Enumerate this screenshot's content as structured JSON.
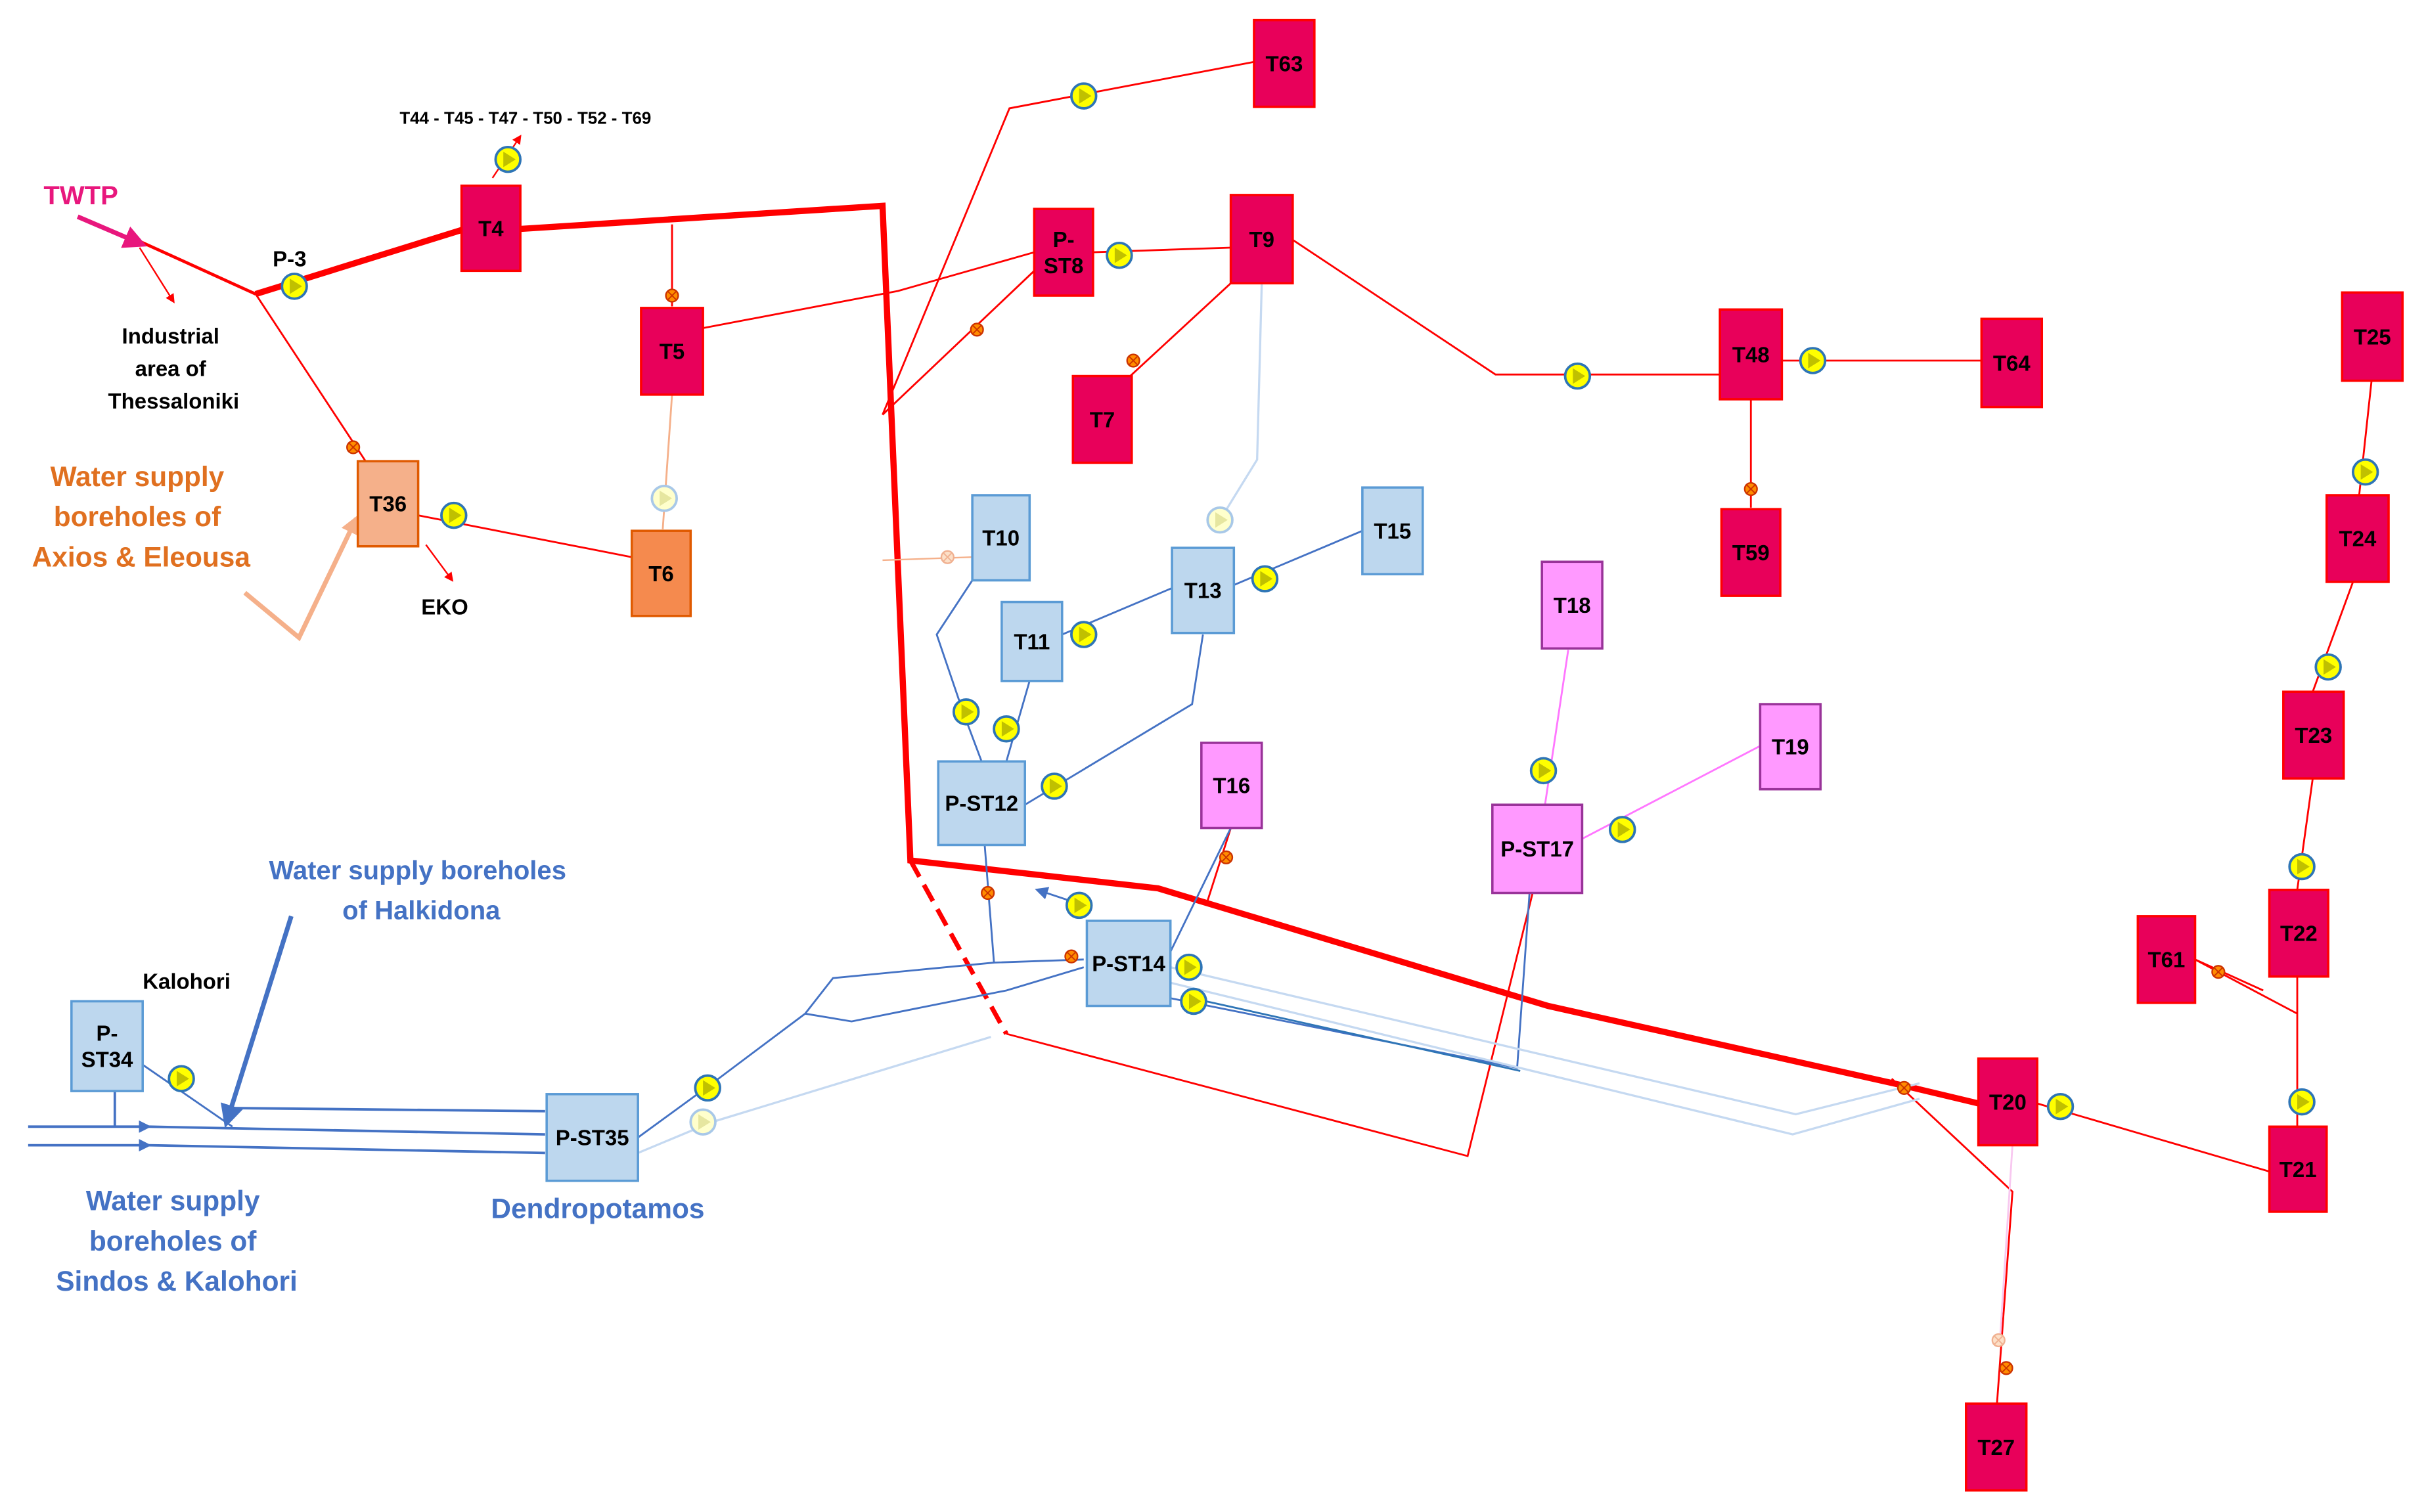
{
  "colors": {
    "recycled_water": "#FF0000",
    "tank_red_fill": "#E8005A",
    "tank_red_stroke": "#FF0000",
    "tank_orange_fill": "#F5B08A",
    "tank_orange2_fill": "#F58A4E",
    "tank_orange_stroke": "#E05A00",
    "tank_blue_fill": "#BDD7EE",
    "tank_blue_stroke": "#5B9BD5",
    "tank_pink_fill": "#FF99FF",
    "tank_pink_stroke": "#993399",
    "blue_pipe": "#4472C4",
    "light_blue_pipe": "#C5D9F1",
    "twtp_label": "#E8177D",
    "axios_label": "#E07020",
    "halkidona_label": "#4472C4",
    "pump_fill": "#FFFF00",
    "pump_ring": "#2E75B6",
    "valve_fill": "#FF8C00"
  },
  "annotations": {
    "twtp": "TWTP",
    "p3": "P-3",
    "t_list": "T44 - T45 - T47 - T50 - T52 - T69",
    "industrial": [
      "Industrial",
      "area of",
      "Thessaloniki"
    ],
    "axios": [
      "Water supply",
      "boreholes of",
      "Axios & Eleousa"
    ],
    "eko": "EKO",
    "halkidona": [
      "Water supply boreholes",
      "of Halkidona"
    ],
    "kalohori": "Kalohori",
    "sindos": [
      "Water supply",
      "boreholes of",
      "Sindos & Kalohori"
    ],
    "dendropotamos": "Dendropotamos"
  },
  "nodes": {
    "T63": {
      "label": "T63"
    },
    "T4": {
      "label": "T4"
    },
    "PST8": {
      "label": [
        "P-",
        "ST8"
      ]
    },
    "T9": {
      "label": "T9"
    },
    "T5": {
      "label": "T5"
    },
    "T7": {
      "label": "T7"
    },
    "T48": {
      "label": "T48"
    },
    "T64": {
      "label": "T64"
    },
    "T25": {
      "label": "T25"
    },
    "T36": {
      "label": "T36"
    },
    "T6": {
      "label": "T6"
    },
    "T59": {
      "label": "T59"
    },
    "T24": {
      "label": "T24"
    },
    "T10": {
      "label": "T10"
    },
    "T15": {
      "label": "T15"
    },
    "T13": {
      "label": "T13"
    },
    "T11": {
      "label": "T11"
    },
    "T18": {
      "label": "T18"
    },
    "T23": {
      "label": "T23"
    },
    "T19": {
      "label": "T19"
    },
    "PST12": {
      "label": "P-ST12"
    },
    "T16": {
      "label": "T16"
    },
    "PST17": {
      "label": "P-ST17"
    },
    "T22": {
      "label": "T22"
    },
    "T61": {
      "label": "T61"
    },
    "PST14": {
      "label": "P-ST14"
    },
    "PST34": {
      "label": [
        "P-",
        "ST34"
      ]
    },
    "PST35": {
      "label": "P-ST35"
    },
    "T20": {
      "label": "T20"
    },
    "T21": {
      "label": "T21"
    },
    "T27": {
      "label": "T27"
    }
  }
}
